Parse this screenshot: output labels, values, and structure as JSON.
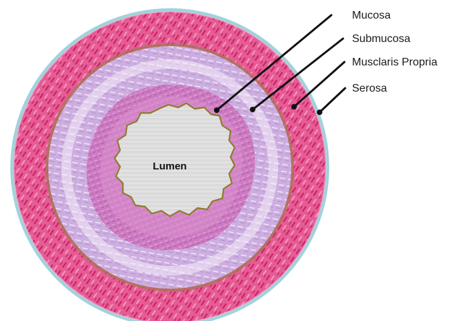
{
  "diagram": {
    "lumen_label": "Lumen",
    "layers": [
      {
        "key": "mucosa",
        "label": "Mucosa"
      },
      {
        "key": "submucosa",
        "label": "Submucosa"
      },
      {
        "key": "muscularis",
        "label": "Musclaris Propria"
      },
      {
        "key": "serosa",
        "label": "Serosa"
      }
    ],
    "colors": {
      "serosa": "#8ecad6",
      "muscularis": "#e2568f",
      "muscularis_streak": "#c41e5a",
      "boundary": "#b07a5a",
      "submucosa": "#c9a6dc",
      "submucosa_light": "#ece0f3",
      "mucosa": "#c874bf",
      "mucosa_inner": "#d992c9",
      "lumen": "#dcdcdc",
      "lumen_edge": "#8a7a2a",
      "text": "#1a1a1a"
    }
  }
}
